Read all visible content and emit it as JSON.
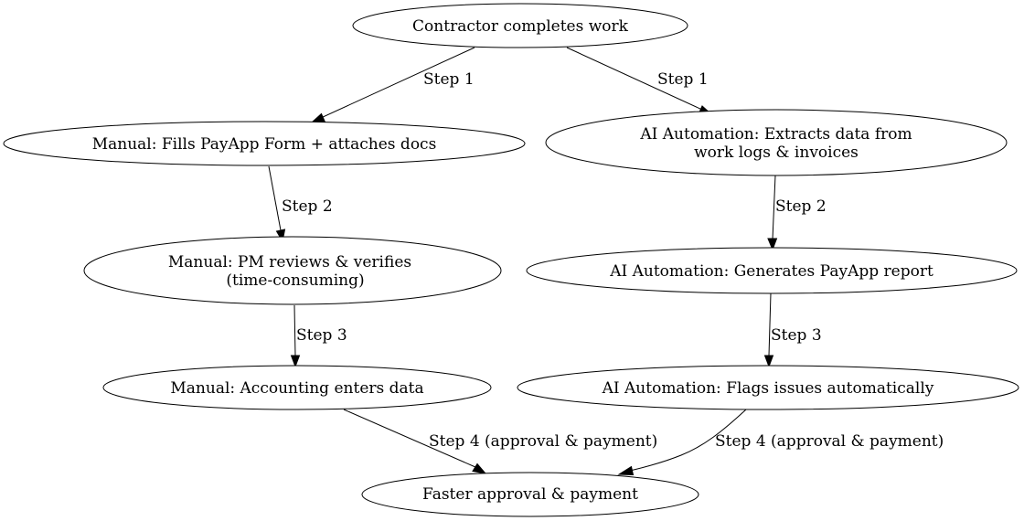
{
  "nodes": {
    "start": {
      "lines": [
        "Contractor completes work"
      ]
    },
    "manual_fill": {
      "lines": [
        "Manual: Fills PayApp Form + attaches docs"
      ]
    },
    "ai_extract": {
      "lines": [
        "AI Automation: Extracts data from",
        "work logs & invoices"
      ]
    },
    "manual_review": {
      "lines": [
        "Manual: PM reviews & verifies",
        "(time-consuming)"
      ]
    },
    "ai_generate": {
      "lines": [
        "AI Automation: Generates PayApp report"
      ]
    },
    "manual_accounting": {
      "lines": [
        "Manual: Accounting enters data"
      ]
    },
    "ai_flags": {
      "lines": [
        "AI Automation: Flags issues automatically"
      ]
    },
    "end": {
      "lines": [
        "Faster approval & payment"
      ]
    }
  },
  "edges": {
    "start_to_manual": {
      "from": "start",
      "to": "manual_fill",
      "label": "Step 1"
    },
    "start_to_ai": {
      "from": "start",
      "to": "ai_extract",
      "label": "Step 1"
    },
    "manual_fill_to_review": {
      "from": "manual_fill",
      "to": "manual_review",
      "label": "Step 2"
    },
    "ai_extract_to_generate": {
      "from": "ai_extract",
      "to": "ai_generate",
      "label": "Step 2"
    },
    "manual_review_to_accounting": {
      "from": "manual_review",
      "to": "manual_accounting",
      "label": "Step 3"
    },
    "ai_generate_to_flags": {
      "from": "ai_generate",
      "to": "ai_flags",
      "label": "Step 3"
    },
    "manual_accounting_to_end": {
      "from": "manual_accounting",
      "to": "end",
      "label": "Step 4 (approval & payment)"
    },
    "ai_flags_to_end": {
      "from": "ai_flags",
      "to": "end",
      "label": "Step 4 (approval & payment)"
    }
  }
}
